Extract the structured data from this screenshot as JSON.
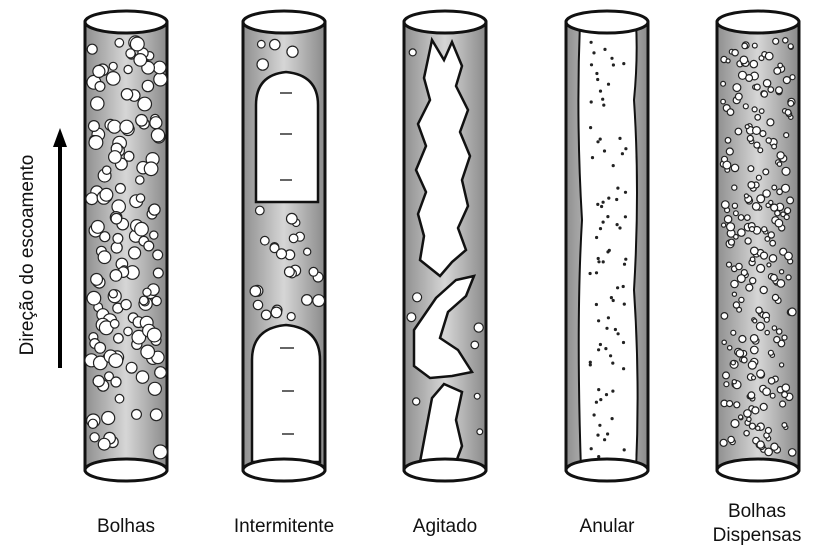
{
  "axis": {
    "label": "Direção do escoamento"
  },
  "regimes": [
    {
      "id": "bolhas",
      "label": "Bolhas"
    },
    {
      "id": "intermitente",
      "label": "Intermitente"
    },
    {
      "id": "agitado",
      "label": "Agitado"
    },
    {
      "id": "anular",
      "label": "Anular"
    },
    {
      "id": "bolhas-dispersas",
      "label": "Bolhas Dispensas"
    }
  ],
  "colors": {
    "liquid": "#9a9a9a",
    "liquid_light": "#d9d9d9",
    "gas": "#ffffff",
    "outline": "#111111"
  }
}
